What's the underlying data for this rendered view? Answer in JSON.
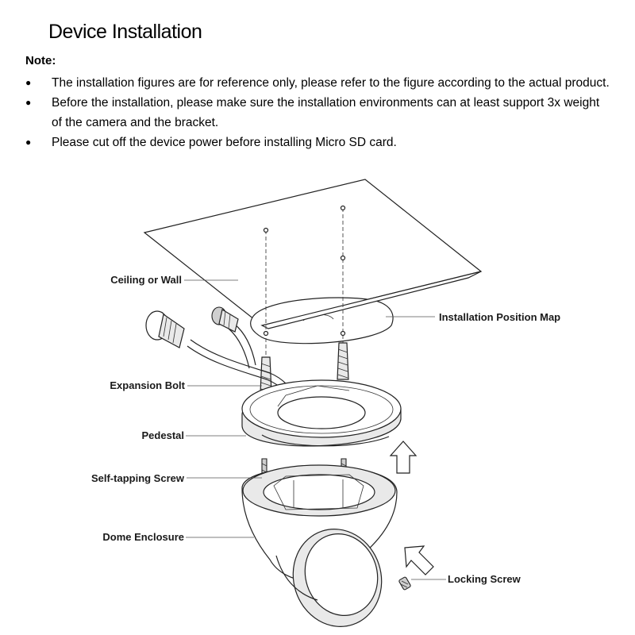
{
  "title": "Device Installation",
  "note_label": "Note:",
  "notes": [
    "The installation figures are for reference only, please refer to the figure according to the actual product.",
    "Before the installation, please make sure the installation environments can at least support 3x weight of the camera and the bracket.",
    "Please cut off the device power before installing Micro SD card."
  ],
  "bullet_glyph": "●",
  "diagram": {
    "labels": {
      "ceiling": "Ceiling or Wall",
      "position_map": "Installation Position Map",
      "expansion_bolt": "Expansion Bolt",
      "pedestal": "Pedestal",
      "self_tapping_screw": "Self-tapping Screw",
      "dome_enclosure": "Dome Enclosure",
      "locking_screw": "Locking Screw"
    },
    "icons": [
      "arrow-up-icon",
      "arrow-diagonal-icon"
    ]
  }
}
